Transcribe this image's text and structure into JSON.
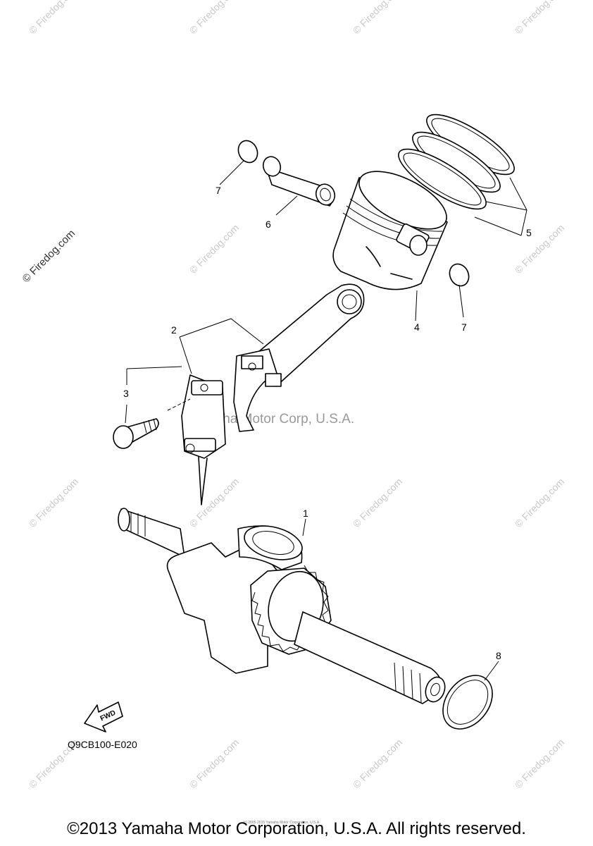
{
  "watermarks": {
    "repeat_text": "© Firedog.com",
    "left_text": "© Firedog.com",
    "center_text": "Yamaha Motor Corp, U.S.A."
  },
  "callouts": {
    "c1": "1",
    "c2": "2",
    "c3": "3",
    "c4": "4",
    "c5": "5",
    "c6": "6",
    "c7a": "7",
    "c7b": "7",
    "c8": "8"
  },
  "fwd_label": "FWD",
  "diagram_code": "Q9CB100-E020",
  "copyright": "©2013 Yamaha Motor Corporation, U.S.A. All rights reserved.",
  "tiny_note": "(c) 2005-2015 Yamaha Motor Corporation, U.S.A."
}
